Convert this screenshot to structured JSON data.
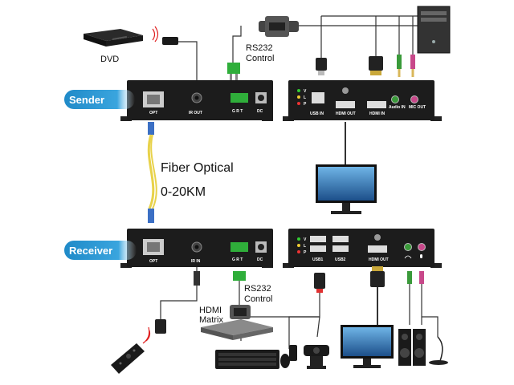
{
  "devices": {
    "dvd": "DVD",
    "rs232_sender": [
      "RS232",
      "Control"
    ],
    "rs232_receiver": [
      "RS232",
      "Control"
    ],
    "hdmi_matrix": [
      "HDMI",
      "Matrix"
    ]
  },
  "sender": {
    "badge": "Sender",
    "front_ports": {
      "opt": "OPT",
      "ir_out": "IR OUT",
      "grt": "G R T",
      "dc": "DC"
    },
    "back_ports": {
      "usb_in": "USB IN",
      "hdmi_out": "HDMI OUT",
      "hdmi_in": "HDMI IN",
      "audio_in": "Audio IN",
      "mic_out": "MIC OUT"
    },
    "leds": [
      "V",
      "L",
      "P"
    ]
  },
  "fiber": {
    "line1": "Fiber Optical",
    "line2": "0-20KM"
  },
  "receiver": {
    "badge": "Receiver",
    "front_ports": {
      "opt": "OPT",
      "ir_in": "IR IN",
      "grt": "G R T",
      "dc": "DC"
    },
    "back_ports": {
      "usb1": "USB1",
      "usb2": "USB2",
      "hdmi_out": "HDMI OUT"
    },
    "leds": [
      "V",
      "L",
      "P"
    ]
  },
  "colors": {
    "badge": "#1f8ac8",
    "box": "#1c1c1c",
    "fiber": "#e8d24a"
  }
}
